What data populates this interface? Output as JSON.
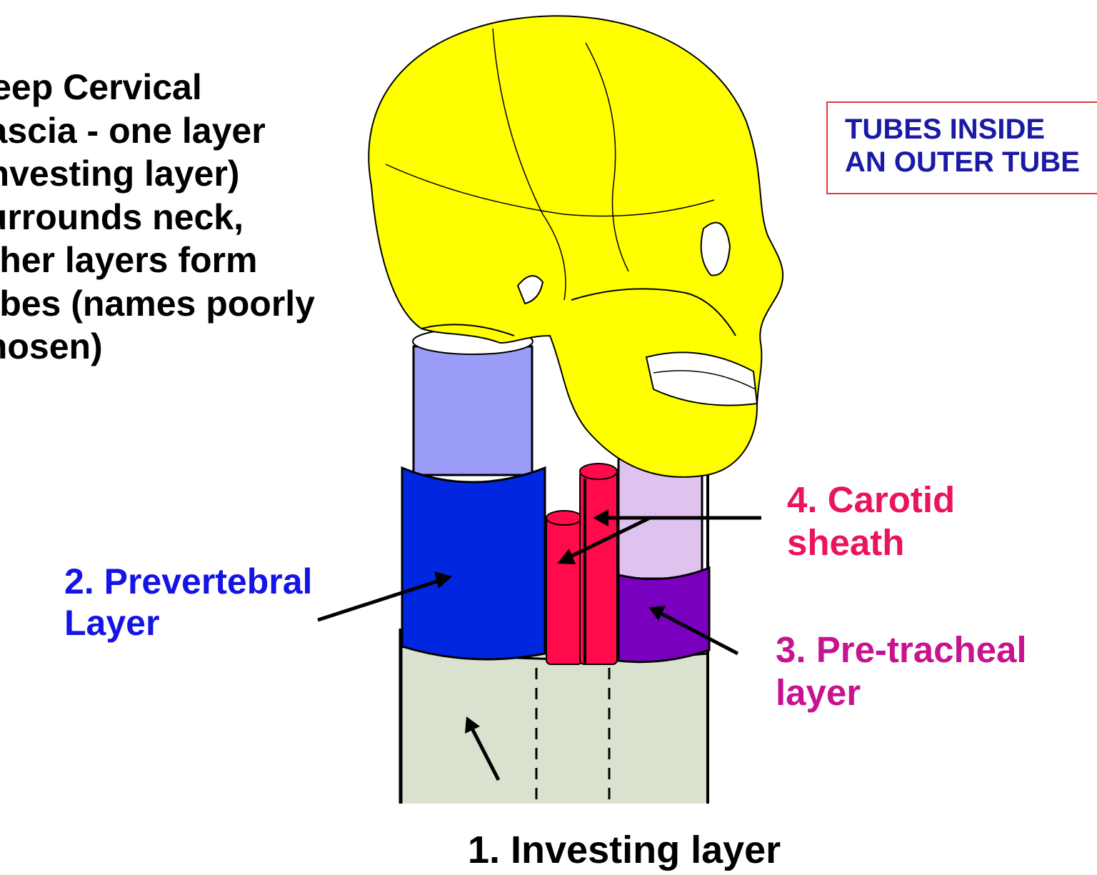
{
  "description_text": {
    "lines": [
      "Deep Cervical",
      "Fascia - one layer",
      "(investing layer)",
      "surrounds neck,",
      "other layers form",
      "tubes (names poorly",
      "chosen)"
    ]
  },
  "callout": {
    "lines": [
      "TUBES INSIDE",
      "AN OUTER TUBE"
    ]
  },
  "labels": {
    "prevertebral": {
      "line1": "2. Prevertebral",
      "line2": "Layer"
    },
    "carotid": {
      "line1": "4. Carotid",
      "line2": "sheath"
    },
    "pretracheal": {
      "line1": "3. Pre-tracheal",
      "line2": "layer"
    },
    "investing": "1. Investing layer"
  },
  "colors": {
    "skull": "#ffff00",
    "investing_tube": "#d8e2cf",
    "prevertebral_tube": "#0026e0",
    "prevertebral_upper": "#9b9cf7",
    "carotid_tube": "#ff0a4a",
    "pretracheal_tube": "#7a00c0",
    "pretracheal_upper": "#e0c2ee",
    "callout_border": "#dd3b3b",
    "callout_text": "#1a1aa6",
    "label_prevertebral": "#1414e6",
    "label_carotid": "#ea1459",
    "label_pretracheal": "#c71390"
  },
  "icons": [
    "skull-icon",
    "arrow-icon"
  ]
}
